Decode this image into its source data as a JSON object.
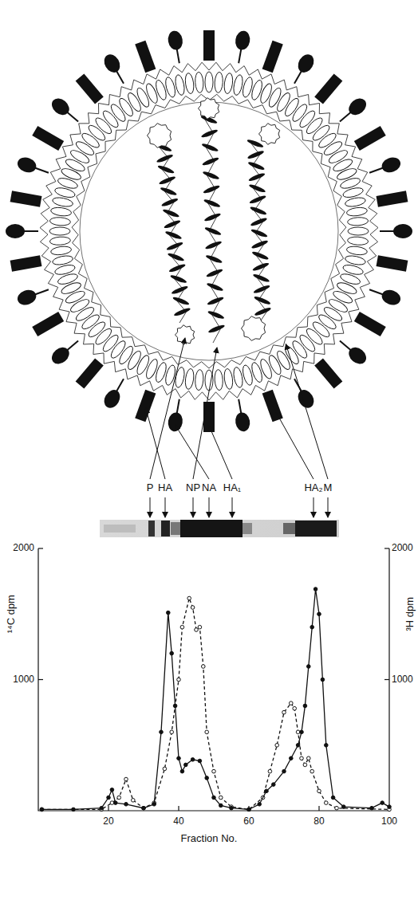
{
  "diagram": {
    "labels": [
      "P",
      "HA",
      "NP",
      "NA",
      "HA₁",
      "HA₂",
      "M",
      "2000",
      "1000",
      "¹⁴C dpm",
      "2000",
      "1000",
      "³H dpm",
      "20",
      "40",
      "60",
      "80",
      "100",
      "Fraction No."
    ]
  }
}
